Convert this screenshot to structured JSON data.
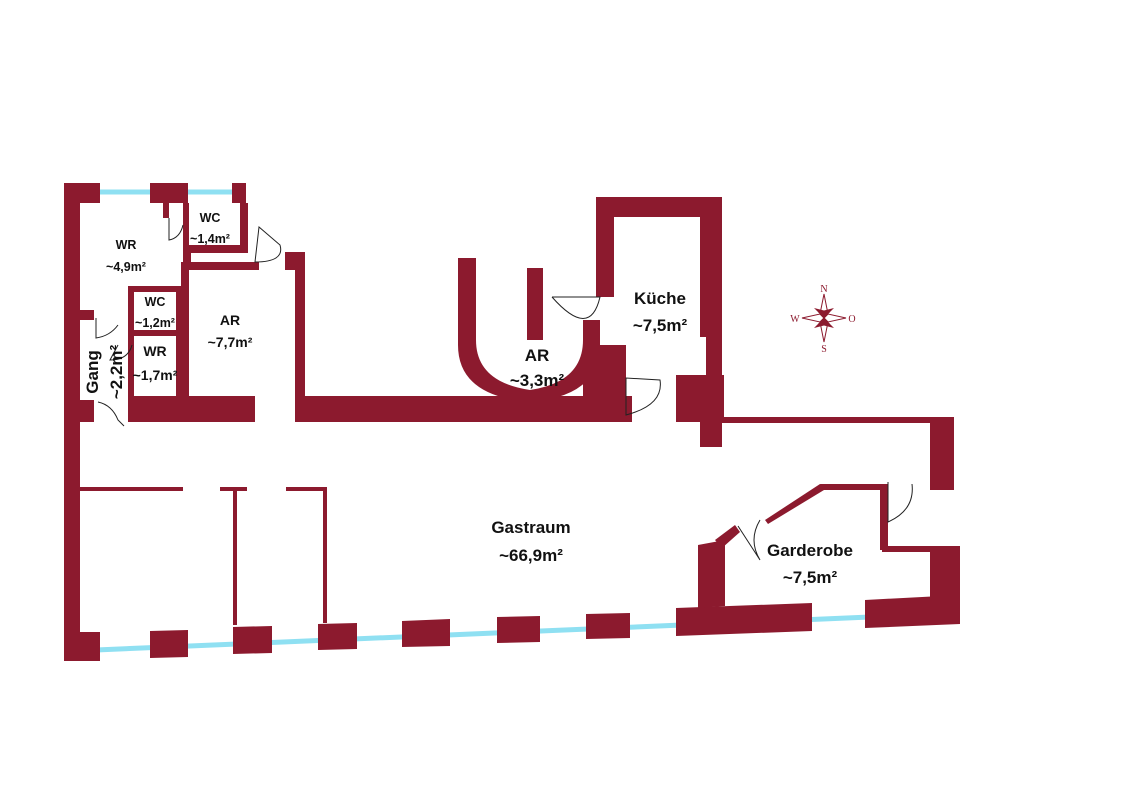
{
  "rooms": {
    "wr_top": {
      "name": "WR",
      "area": "~4,9m²"
    },
    "wc_top": {
      "name": "WC",
      "area": "~1,4m²"
    },
    "wc_mid": {
      "name": "WC",
      "area": "~1,2m²"
    },
    "wr_mid": {
      "name": "WR",
      "area": "~1,7m²"
    },
    "gang": {
      "name": "Gang",
      "area": "~2,2m²"
    },
    "ar_left": {
      "name": "AR",
      "area": "~7,7m²"
    },
    "ar_mid": {
      "name": "AR",
      "area": "~3,3m²"
    },
    "kueche": {
      "name": "Küche",
      "area": "~7,5m²"
    },
    "gastraum": {
      "name": "Gastraum",
      "area": "~66,9m²"
    },
    "garderobe": {
      "name": "Garderobe",
      "area": "~7,5m²"
    }
  },
  "compass": {
    "n": "N",
    "s": "S",
    "w": "W",
    "o": "O"
  },
  "colors": {
    "wall": "#8c1a2e",
    "window": "#8fe0f2"
  }
}
